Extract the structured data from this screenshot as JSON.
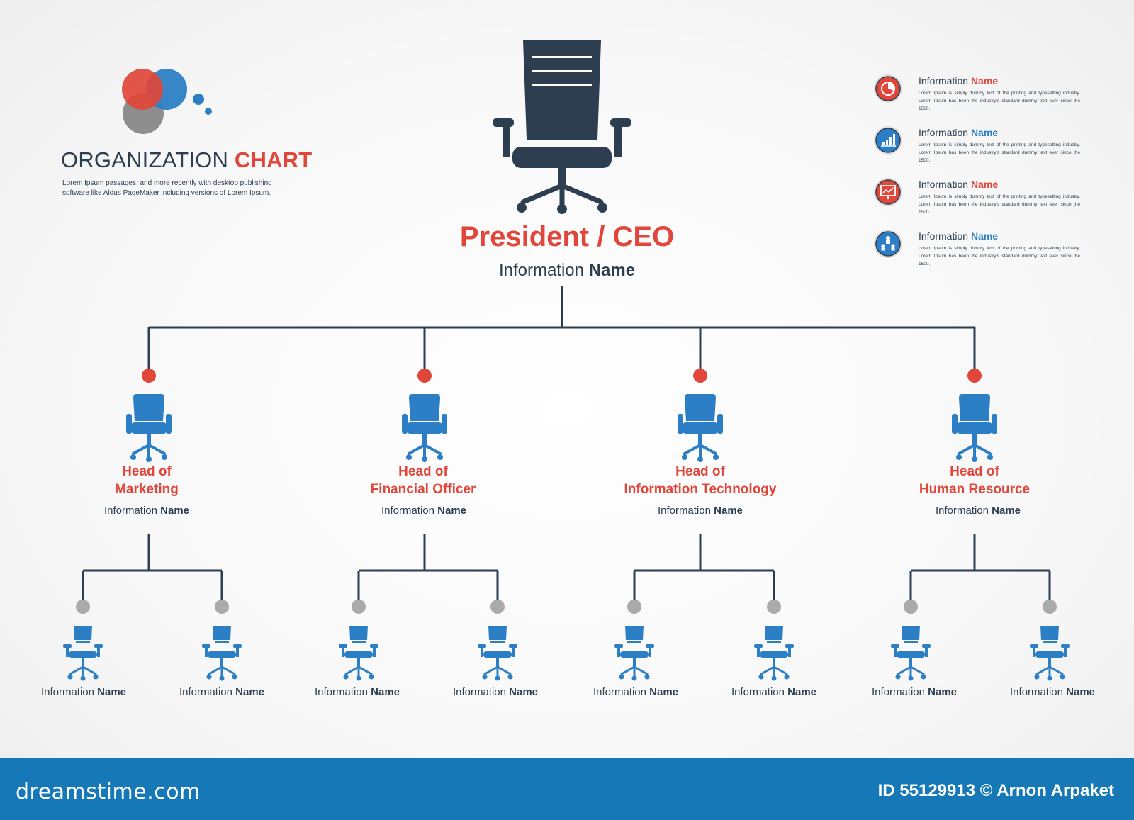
{
  "logo": {
    "title_plain": "ORGANIZATION",
    "title_accent": "CHART",
    "description": "Lorem Ipsum passages, and more recently with desktop publishing software like Aldus PageMaker including versions of Lorem Ipsum.",
    "circle_colors": [
      "#e0463a",
      "#2c7fc5",
      "#888888"
    ]
  },
  "ceo": {
    "title": "President / CEO",
    "info_prefix": "Information",
    "info_name": "Name"
  },
  "departments": [
    {
      "title_line1": "Head of",
      "title_line2": "Marketing",
      "info_prefix": "Information",
      "info_name": "Name",
      "members": [
        {
          "info_prefix": "Information",
          "info_name": "Name"
        },
        {
          "info_prefix": "Information",
          "info_name": "Name"
        }
      ]
    },
    {
      "title_line1": "Head of",
      "title_line2": "Financial Officer",
      "info_prefix": "Information",
      "info_name": "Name",
      "members": [
        {
          "info_prefix": "Information",
          "info_name": "Name"
        },
        {
          "info_prefix": "Information",
          "info_name": "Name"
        }
      ]
    },
    {
      "title_line1": "Head of",
      "title_line2": "Information Technology",
      "info_prefix": "Information",
      "info_name": "Name",
      "members": [
        {
          "info_prefix": "Information",
          "info_name": "Name"
        },
        {
          "info_prefix": "Information",
          "info_name": "Name"
        }
      ]
    },
    {
      "title_line1": "Head of",
      "title_line2": "Human Resource",
      "info_prefix": "Information",
      "info_name": "Name",
      "members": [
        {
          "info_prefix": "Information",
          "info_name": "Name"
        },
        {
          "info_prefix": "Information",
          "info_name": "Name"
        }
      ]
    }
  ],
  "info_panel": [
    {
      "prefix": "Information",
      "name": "Name",
      "accent": "#e0463a",
      "icon": "pie-chart-icon",
      "description": "Lorem Ipsum is simply dummy text of the printing and typesetting industry. Lorem Ipsum has been the industry's standard dummy text ever since the 1500."
    },
    {
      "prefix": "Information",
      "name": "Name",
      "accent": "#2c7fc5",
      "icon": "bar-chart-icon",
      "description": "Lorem Ipsum is simply dummy text of the printing and typesetting industry. Lorem Ipsum has been the industry's standard dummy text ever since the 1500."
    },
    {
      "prefix": "Information",
      "name": "Name",
      "accent": "#e0463a",
      "icon": "presentation-icon",
      "description": "Lorem Ipsum is simply dummy text of the printing and typesetting industry. Lorem Ipsum has been the industry's standard dummy text ever since the 1500."
    },
    {
      "prefix": "Information",
      "name": "Name",
      "accent": "#2c7fc5",
      "icon": "team-hierarchy-icon",
      "description": "Lorem Ipsum is simply dummy text of the printing and typesetting industry. Lorem Ipsum has been the industry's standard dummy text ever since the 1500."
    }
  ],
  "footer": {
    "brand": "dreamstime.com",
    "credit": "ID 55129913 © Arnon Arpaket"
  },
  "colors": {
    "accent_red": "#e0463a",
    "accent_blue": "#2c7fc5",
    "dark_navy": "#2c3e50",
    "connector_gray": "#aaaaaa",
    "footer_blue": "#1778b8"
  }
}
